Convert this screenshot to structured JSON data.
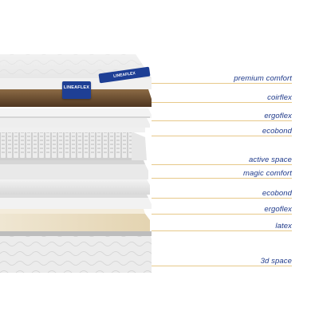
{
  "brand": {
    "patch_text": "LINEAFLEX",
    "tag_text": "LINEAFLEX",
    "color": "#1e3f95"
  },
  "layers": [
    {
      "label": "premium comfort",
      "color": "#f1f1f1"
    },
    {
      "label": "coirflex",
      "color": "#6b4a2b"
    },
    {
      "label": "ergoflex",
      "color": "#eeeeee"
    },
    {
      "label": "ecobond",
      "color": "#ececec"
    },
    {
      "label": "active space",
      "color": "#dcdcdc"
    },
    {
      "label": "magic comfort",
      "color": "#e9e9e9"
    },
    {
      "label": "ecobond",
      "color": "#efefef"
    },
    {
      "label": "ergoflex",
      "color": "#f2f2f2"
    },
    {
      "label": "latex",
      "color": "#e9dcbf"
    },
    {
      "label": "3d space",
      "color": "#eeeeee"
    }
  ],
  "colors": {
    "label_text": "#1f3a8a",
    "leader_line": "#e7c98a"
  }
}
